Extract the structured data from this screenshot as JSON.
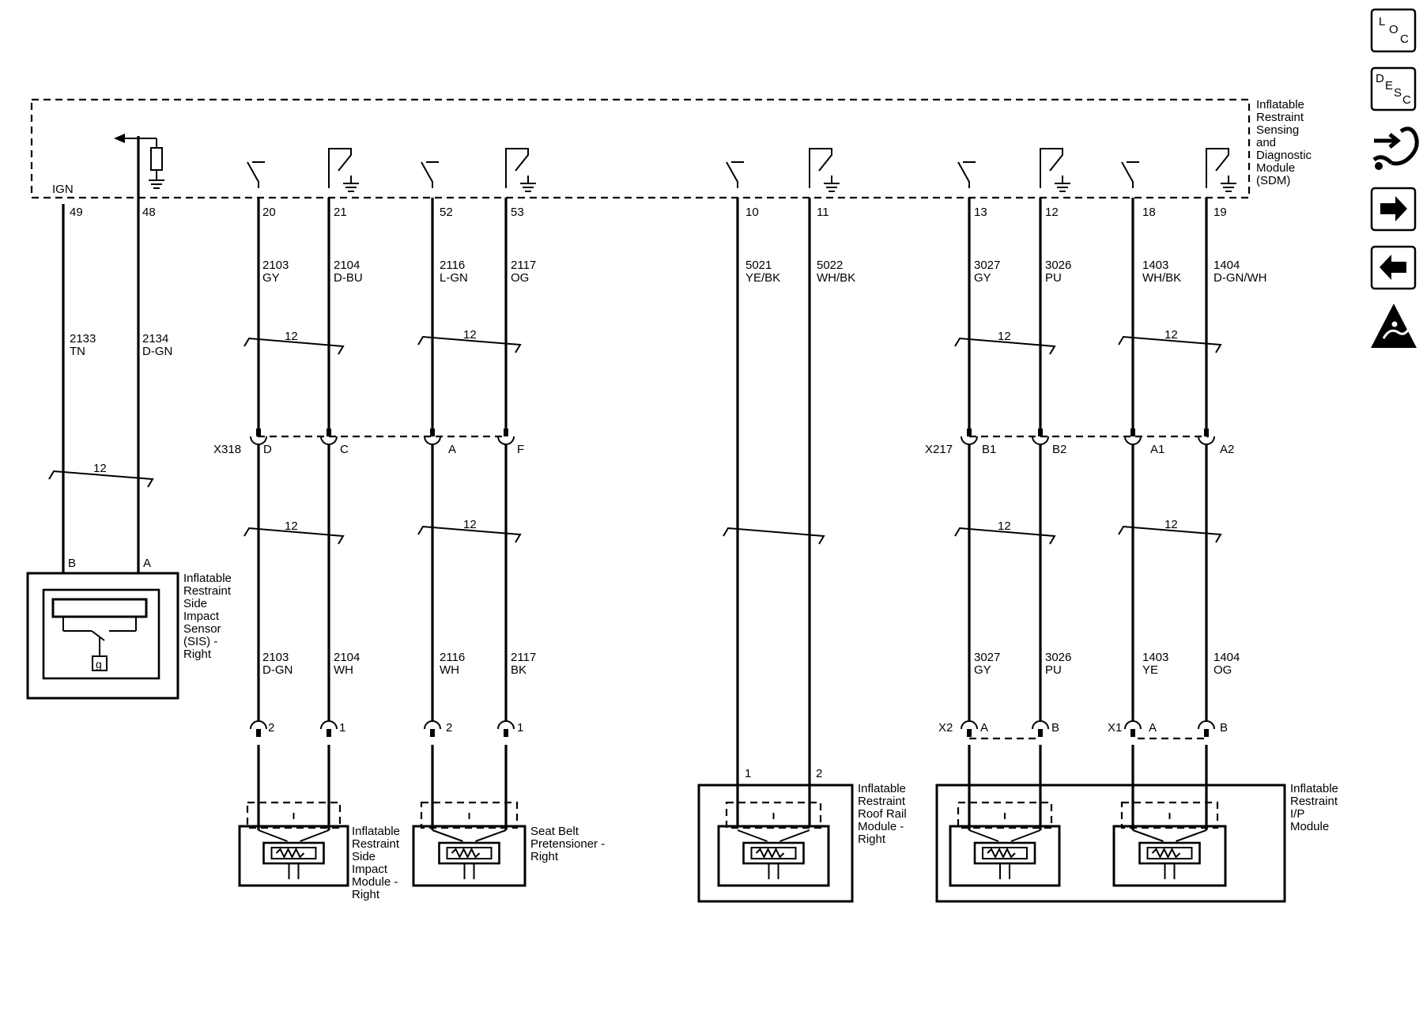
{
  "sdm": {
    "label_lines": [
      "Inflatable",
      "Restraint",
      "Sensing",
      "and",
      "Diagnostic",
      "Module",
      "(SDM)"
    ],
    "ign": "IGN",
    "pins": [
      "49",
      "48",
      "20",
      "21",
      "52",
      "53",
      "10",
      "11",
      "13",
      "12",
      "18",
      "19"
    ]
  },
  "wires_top": [
    {
      "num": "2133",
      "color": "TN"
    },
    {
      "num": "2134",
      "color": "D-GN"
    },
    {
      "num": "2103",
      "color": "GY"
    },
    {
      "num": "2104",
      "color": "D-BU"
    },
    {
      "num": "2116",
      "color": "L-GN"
    },
    {
      "num": "2117",
      "color": "OG"
    },
    {
      "num": "5021",
      "color": "YE/BK"
    },
    {
      "num": "5022",
      "color": "WH/BK"
    },
    {
      "num": "3027",
      "color": "GY"
    },
    {
      "num": "3026",
      "color": "PU"
    },
    {
      "num": "1403",
      "color": "WH/BK"
    },
    {
      "num": "1404",
      "color": "D-GN/WH"
    }
  ],
  "wires_bottom": [
    {
      "num": "2103",
      "color": "D-GN"
    },
    {
      "num": "2104",
      "color": "WH"
    },
    {
      "num": "2116",
      "color": "WH"
    },
    {
      "num": "2117",
      "color": "BK"
    },
    {
      "num": "3027",
      "color": "GY"
    },
    {
      "num": "3026",
      "color": "PU"
    },
    {
      "num": "1403",
      "color": "YE"
    },
    {
      "num": "1404",
      "color": "OG"
    }
  ],
  "twist": "12",
  "connectors": {
    "x318": {
      "name": "X318",
      "pins": [
        "D",
        "C",
        "A",
        "F"
      ]
    },
    "x217": {
      "name": "X217",
      "pins": [
        "B1",
        "B2",
        "A1",
        "A2"
      ]
    }
  },
  "sensor": {
    "pins": [
      "B",
      "A"
    ],
    "label_lines": [
      "Inflatable",
      "Restraint",
      "Side",
      "Impact",
      "Sensor",
      "(SIS) -",
      "Right"
    ],
    "glyph": "g"
  },
  "modules": {
    "side_impact": {
      "pins": [
        "2",
        "1"
      ],
      "label_lines": [
        "Inflatable",
        "Restraint",
        "Side",
        "Impact",
        "Module -",
        "Right"
      ]
    },
    "pretensioner": {
      "pins": [
        "2",
        "1"
      ],
      "label_lines": [
        "Seat Belt",
        "Pretensioner -",
        "Right"
      ]
    },
    "roof_rail": {
      "pins": [
        "1",
        "2"
      ],
      "label_lines": [
        "Inflatable",
        "Restraint",
        "Roof Rail",
        "Module -",
        "Right"
      ]
    },
    "ip": {
      "connectors": [
        "X2",
        "X1"
      ],
      "pins": [
        "A",
        "B",
        "A",
        "B"
      ],
      "label_lines": [
        "Inflatable",
        "Restraint",
        "I/P",
        "Module"
      ]
    }
  },
  "toolbar": {
    "loc": [
      "L",
      "O",
      "C"
    ],
    "desc": [
      "D",
      "E",
      "S",
      "C"
    ],
    "icons": [
      "connector-view-icon",
      "next-page-icon",
      "previous-page-icon",
      "warning-icon"
    ]
  }
}
